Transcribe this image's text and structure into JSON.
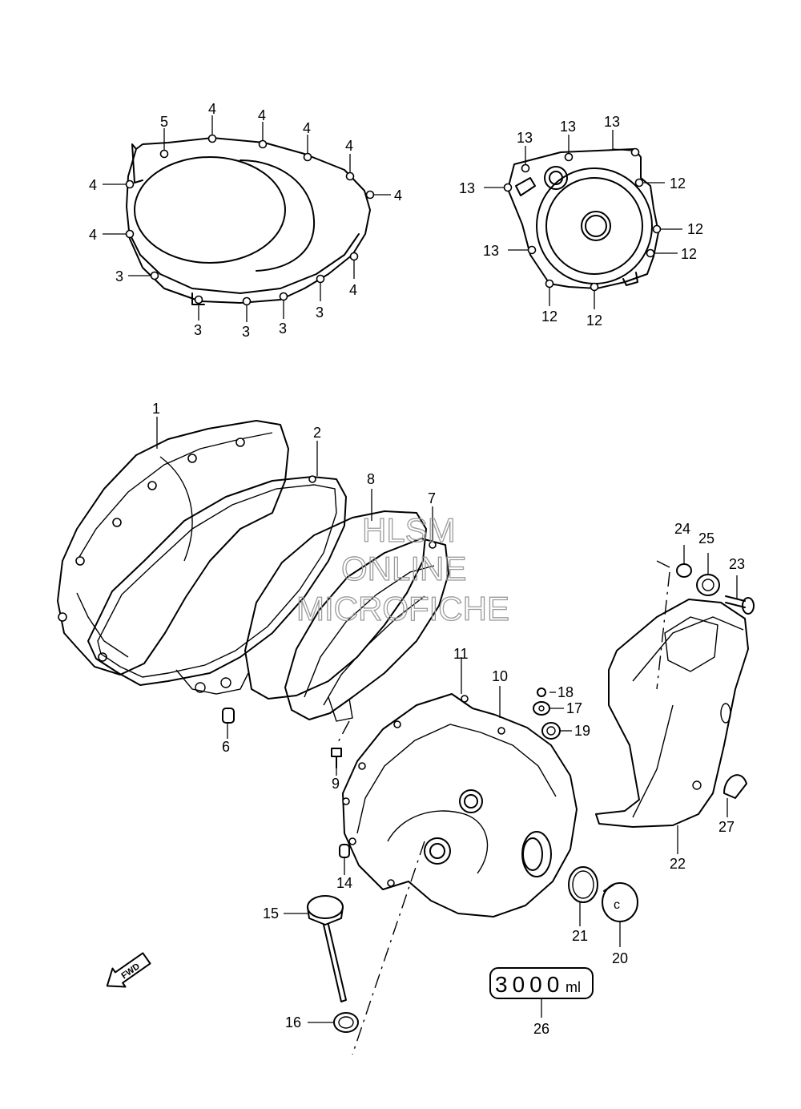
{
  "callouts": [
    "1",
    "2",
    "3",
    "4",
    "5",
    "6",
    "7",
    "8",
    "9",
    "10",
    "11",
    "12",
    "13",
    "14",
    "15",
    "16",
    "17",
    "18",
    "19",
    "20",
    "21",
    "22",
    "23",
    "24",
    "25",
    "26",
    "27"
  ],
  "watermark": {
    "line1": "HLSM",
    "line2": "ONLINE",
    "line3": "MICROFICHE"
  },
  "fwd_label": "FWD",
  "sticker_text": "3000",
  "sticker_unit": "ml"
}
